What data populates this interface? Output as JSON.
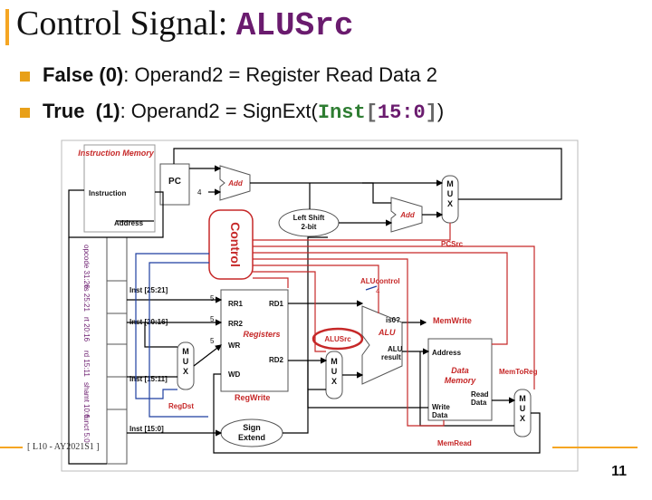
{
  "title": {
    "prefix": "Control Signal: ",
    "signal": "ALUSrc"
  },
  "bullets": [
    {
      "label": "False (0)",
      "rest": ": Operand2 = Register Read Data 2"
    },
    {
      "label": "True  (1)",
      "rest": ": Operand2 = SignExt(",
      "code_a": "Inst",
      "code_b": "[",
      "code_c": "15:0",
      "code_d": "]",
      "end": ")"
    }
  ],
  "diagram": {
    "instruction_memory": "Instruction Memory",
    "instruction": "Instruction",
    "address": "Address",
    "pc": "PC",
    "four": "4",
    "add": "Add",
    "left_shift": "Left Shift 2-bit",
    "mux": "M U X",
    "pcsrc": "PCSrc",
    "control": "Control",
    "fields": [
      "opcode 31:26",
      "rs 25:21",
      "rt 20:16",
      "rd 15:11",
      "shamt 10:6",
      "funct 5:0"
    ],
    "inst_25_21": "Inst [25:21]",
    "inst_20_16": "Inst [20:16]",
    "inst_15_11": "Inst [15:11]",
    "inst_15_0": "Inst [15:0]",
    "five": "5",
    "rr1": "RR1",
    "rr2": "RR2",
    "wr": "WR",
    "wd": "WD",
    "rd1": "RD1",
    "rd2": "RD2",
    "registers": "Registers",
    "regwrite": "RegWrite",
    "regdst": "RegDst",
    "sign_extend": "Sign Extend",
    "alucontrol": "ALUcontrol",
    "alusrc": "ALUSrc",
    "alu": "ALU",
    "is0": "is0?",
    "alu_result": "ALU result",
    "memwrite": "MemWrite",
    "data_address": "Address",
    "data_memory": "Data Memory",
    "read_data": "Read Data",
    "write_data": "Write Data",
    "memread": "MemRead",
    "memtoreg": "MemToReg"
  },
  "footer": "[ L10 - AY2021S1 ]",
  "page_number": "11",
  "colors": {
    "accent": "#f5a623",
    "purple": "#6a1b6e",
    "green": "#2e7d32",
    "red": "#c62828",
    "control_red": "#e53935"
  }
}
